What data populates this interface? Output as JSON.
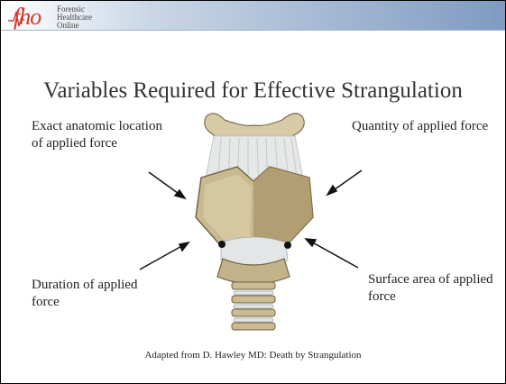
{
  "logo": {
    "letters": "fho",
    "line1": "Forensic",
    "line2": "Healthcare",
    "line3": "Online"
  },
  "title": "Variables Required for Effective Strangulation",
  "labels": {
    "top_left": "Exact anatomic location of applied force",
    "top_right": "Quantity of applied force",
    "bottom_left": "Duration of applied force",
    "bottom_right": "Surface area of applied force"
  },
  "caption": "Adapted from D. Hawley MD: Death by Strangulation",
  "colors": {
    "logo_red": "#d2392f",
    "header_blue": "#7f9bc1",
    "cartilage": "#c9b98e",
    "membrane": "#e6e8e8"
  }
}
